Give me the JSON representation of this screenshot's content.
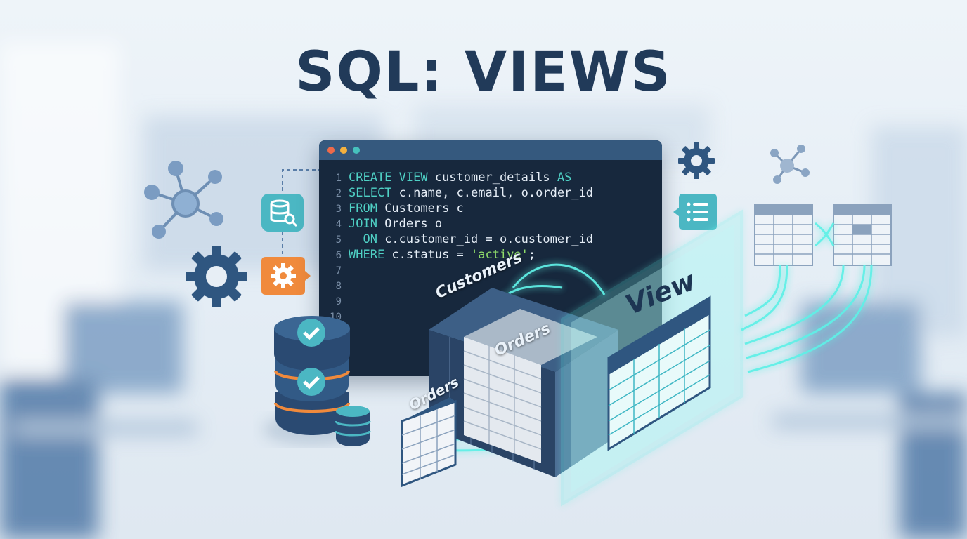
{
  "title": "SQL: VIEWS",
  "editor": {
    "lines": [
      {
        "n": "1",
        "segments": [
          {
            "t": "CREATE VIEW",
            "c": "kw"
          },
          {
            "t": " customer_details ",
            "c": "txt"
          },
          {
            "t": "AS",
            "c": "kw"
          }
        ]
      },
      {
        "n": "2",
        "segments": [
          {
            "t": "SELECT",
            "c": "kw"
          },
          {
            "t": " c.name, c.email, o.order_id",
            "c": "txt"
          }
        ]
      },
      {
        "n": "3",
        "segments": [
          {
            "t": "FROM",
            "c": "kw"
          },
          {
            "t": " Customers c",
            "c": "txt"
          }
        ]
      },
      {
        "n": "4",
        "segments": [
          {
            "t": "JOIN",
            "c": "kw"
          },
          {
            "t": " Orders o",
            "c": "txt"
          }
        ]
      },
      {
        "n": "5",
        "segments": [
          {
            "t": "  ON",
            "c": "kw"
          },
          {
            "t": " c.customer_id = o.customer_id",
            "c": "txt"
          }
        ]
      },
      {
        "n": "6",
        "segments": [
          {
            "t": "WHERE",
            "c": "kw"
          },
          {
            "t": " c.status = ",
            "c": "txt"
          },
          {
            "t": "'active'",
            "c": "str"
          },
          {
            "t": ";",
            "c": "txt"
          }
        ]
      },
      {
        "n": "7",
        "segments": []
      },
      {
        "n": "8",
        "segments": []
      },
      {
        "n": "9",
        "segments": []
      },
      {
        "n": "10",
        "segments": []
      }
    ]
  },
  "labels": {
    "customers": "Customers",
    "orders_back": "Orders",
    "orders_front": "Orders",
    "view": "View"
  },
  "colors": {
    "title": "#213a59",
    "editor_bg": "#17283d",
    "editor_bar": "#35597e",
    "accent_teal": "#4fd1c5",
    "accent_orange": "#f08a3c",
    "glow": "#5ff0e6"
  },
  "icons": [
    "network-icon",
    "gear-icon",
    "database-search-icon",
    "gear-badge-icon",
    "database-check-icon",
    "list-chat-icon",
    "small-network-icon"
  ]
}
